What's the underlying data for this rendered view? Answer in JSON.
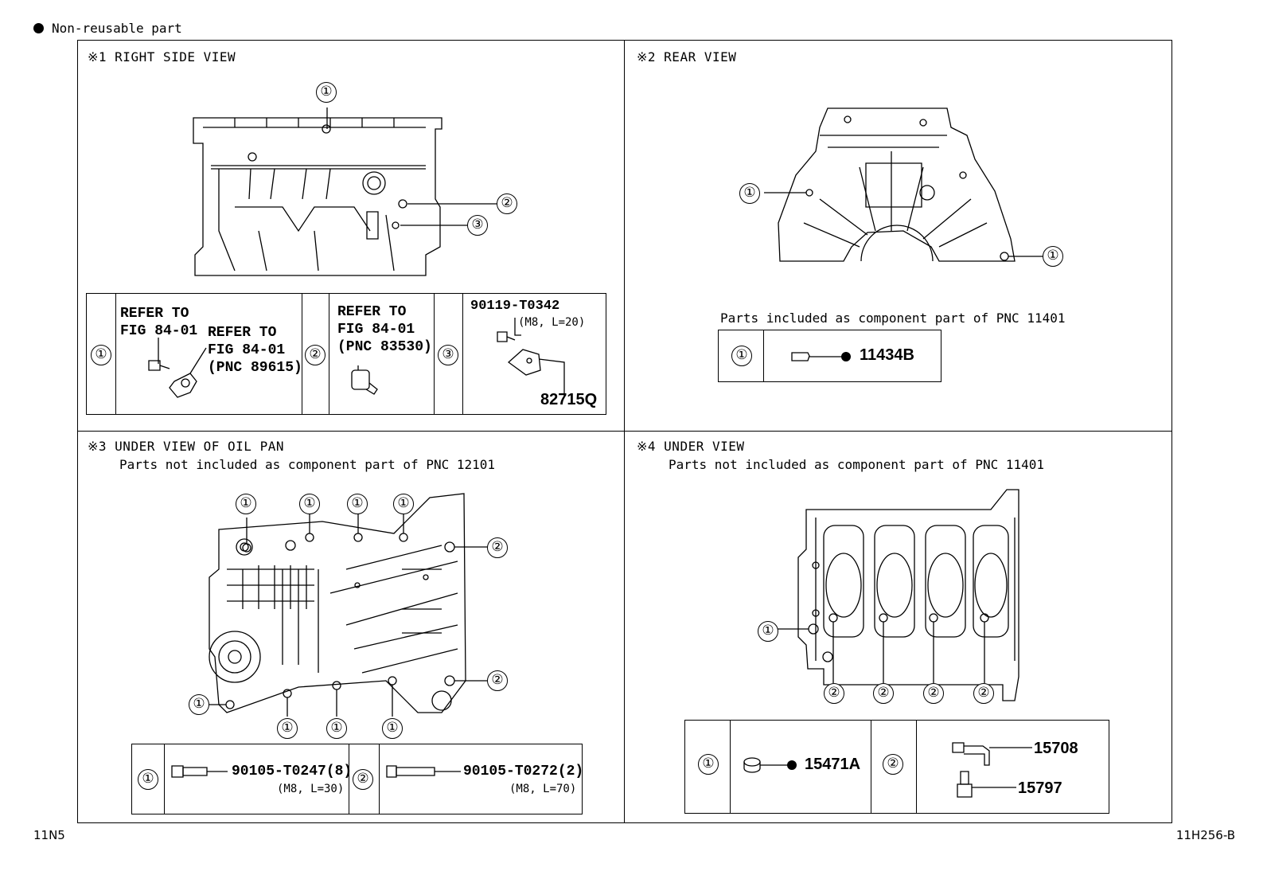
{
  "legend": {
    "text": "Non-reusable part"
  },
  "panels": {
    "p1": {
      "title": "※1 RIGHT SIDE VIEW",
      "callouts": [
        "①",
        "②",
        "③"
      ],
      "table": {
        "c1_num": "①",
        "c1_ref1": "REFER TO\nFIG 84-01",
        "c1_ref2": "REFER TO\nFIG 84-01\n(PNC 89615)",
        "c2_num": "②",
        "c2_ref": "REFER TO\nFIG 84-01\n(PNC 83530)",
        "c3_num": "③",
        "c3_part": "90119-T0342",
        "c3_spec": "(M8, L=20)",
        "c3_part2": "82715Q"
      }
    },
    "p2": {
      "title": "※2 REAR VIEW",
      "callouts": [
        "①",
        "①"
      ],
      "note": "Parts included as component part of PNC 11401",
      "table": {
        "c1_num": "①",
        "part": "11434B"
      }
    },
    "p3": {
      "title": "※3 UNDER VIEW OF OIL PAN",
      "note": "Parts not included as component part of PNC 12101",
      "callouts": [
        "①",
        "①",
        "①",
        "①",
        "②",
        "②",
        "①",
        "①",
        "①",
        "①"
      ],
      "table": {
        "c1_num": "①",
        "part1": "90105-T0247(8)",
        "spec1": "(M8, L=30)",
        "c2_num": "②",
        "part2": "90105-T0272(2)",
        "spec2": "(M8, L=70)"
      }
    },
    "p4": {
      "title": "※4 UNDER VIEW",
      "note": "Parts not included as component part of PNC 11401",
      "callouts": [
        "①",
        "②",
        "②",
        "②",
        "②"
      ],
      "table": {
        "c1_num": "①",
        "part1": "15471A",
        "c2_num": "②",
        "part2a": "15708",
        "part2b": "15797"
      }
    }
  },
  "footer": {
    "left": "11N5",
    "right": "11H256-B"
  }
}
